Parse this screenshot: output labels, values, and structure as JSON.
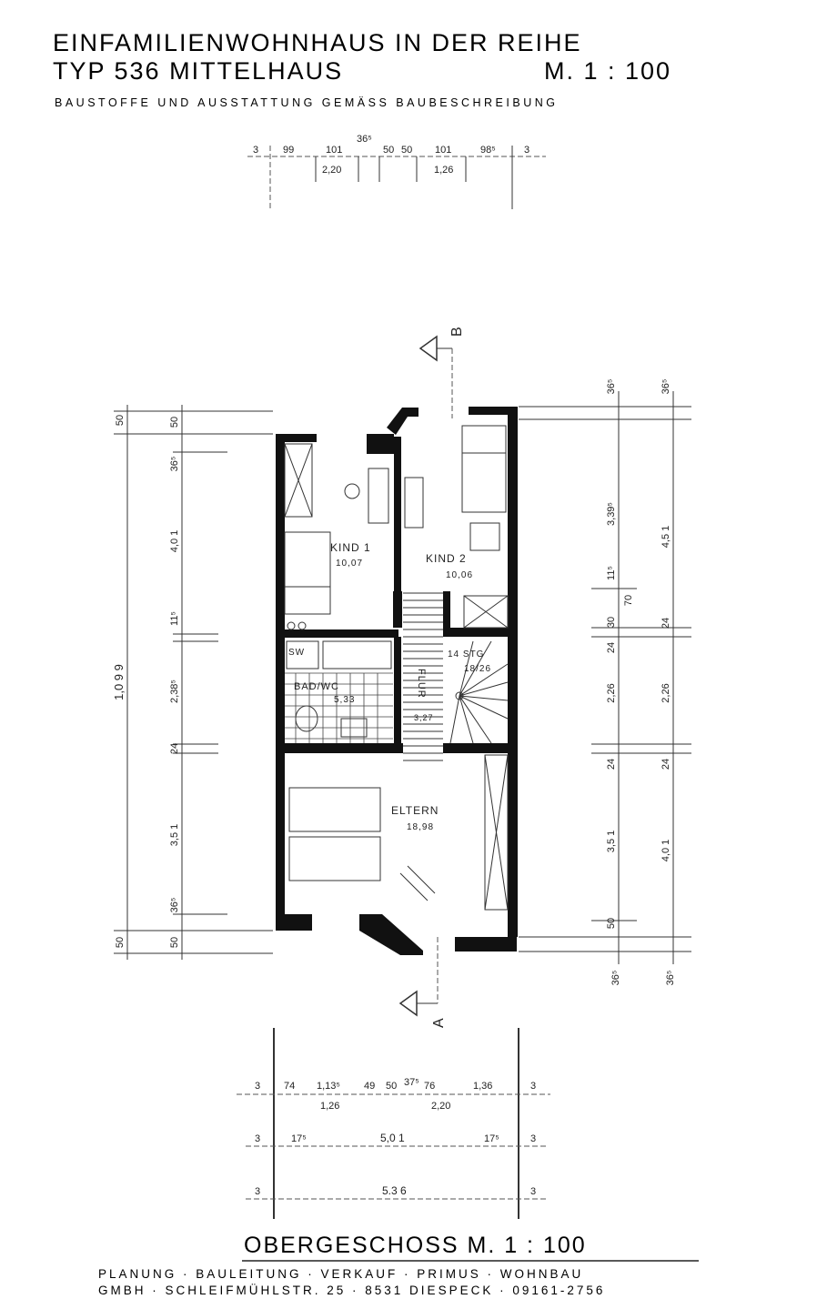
{
  "title": {
    "line1": "EINFAMILIENWOHNHAUS IN DER REIHE",
    "line2": "TYP 536  MITTELHAUS",
    "scale": "M.  1 : 100",
    "line3": "BAUSTOFFE UND AUSSTATTUNG GEMÄSS BAUBESCHREIBUNG"
  },
  "top_dims": {
    "row": [
      "3",
      "99",
      "101",
      "36⁵",
      "50",
      "50",
      "101",
      "98⁵",
      "3"
    ],
    "sub": [
      "2,20",
      "1,26"
    ]
  },
  "rooms": {
    "kind1": {
      "name": "KIND 1",
      "area": "10,07"
    },
    "kind2": {
      "name": "KIND 2",
      "area": "10,06"
    },
    "bad": {
      "name": "BAD/WC",
      "area": "5,33"
    },
    "sw": "SW",
    "flur": {
      "name": "FLUR",
      "area": "3,27"
    },
    "stair": {
      "steps": "14 STG",
      "ratio": "18/26"
    },
    "eltern": {
      "name": "ELTERN",
      "area": "18,98"
    }
  },
  "section_markers": {
    "a": "A",
    "b": "B"
  },
  "left_dims": {
    "outer": [
      "50",
      "1,0 9 9",
      "50"
    ],
    "inner": [
      "50",
      "36⁵",
      "4,0 1",
      "11⁵",
      "2,38⁵",
      "24",
      "3,5 1",
      "36⁵",
      "50"
    ]
  },
  "right_dims": {
    "inner": [
      "36⁵",
      "3,39⁵",
      "11⁵",
      "70",
      "30",
      "24",
      "2,26",
      "24",
      "3,5 1",
      "50",
      "36⁵"
    ],
    "outer": [
      "36⁵",
      "4,5 1",
      "24",
      "2,26",
      "24",
      "4,0 1",
      "36⁵"
    ]
  },
  "bottom_dims": {
    "row1": [
      "3",
      "74",
      "1,13⁵",
      "49",
      "50",
      "37⁵",
      "76",
      "1,36",
      "3"
    ],
    "row1_sub": [
      "1,26",
      "2,20"
    ],
    "row2": [
      "3",
      "17⁵",
      "5,0 1",
      "17⁵",
      "3"
    ],
    "row3": [
      "3",
      "5.3 6",
      "3"
    ]
  },
  "footer": {
    "title": "OBERGESCHOSS  M. 1 : 100",
    "line1": "PLANUNG · BAULEITUNG · VERKAUF · PRIMUS · WOHNBAU",
    "line2": "GMBH · SCHLEIFMÜHLSTR. 25 · 8531 DIESPECK · 09161-2756"
  }
}
